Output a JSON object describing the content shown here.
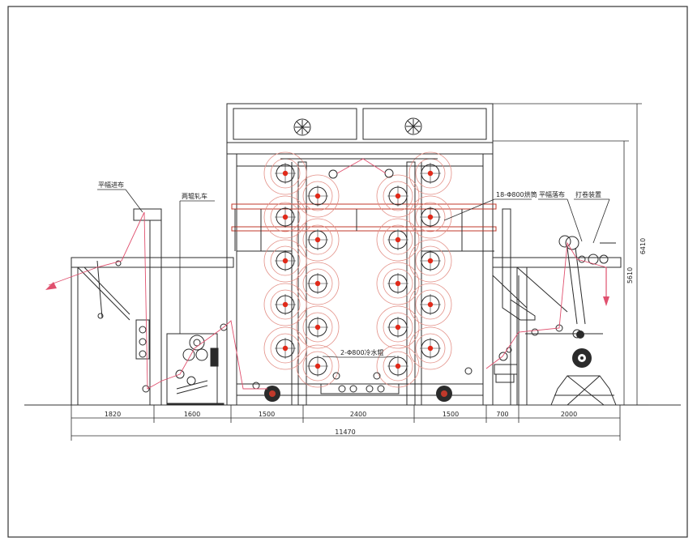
{
  "drawing": {
    "labels": {
      "flat_cloth_feed": "平幅进布",
      "two_roll_padder": "两辊轧车",
      "drying_cylinders": "18-Φ800烘筒",
      "flat_cloth_out": "平幅落布",
      "winding_device": "打卷装置",
      "cooling_cylinders": "2-Φ800冷水辊"
    },
    "dimensions": {
      "segments": [
        "1820",
        "1600",
        "1500",
        "2400",
        "1500",
        "700",
        "2000"
      ],
      "total_length": "11470",
      "height_overall": "6410",
      "height_frame": "5610"
    },
    "colors": {
      "line": "#2b2b2b",
      "cloth_path": "#e0506e",
      "cylinder_ring": "#e38f86",
      "cylinder_core": "#e02a1a",
      "beam": "#c0392b"
    }
  }
}
